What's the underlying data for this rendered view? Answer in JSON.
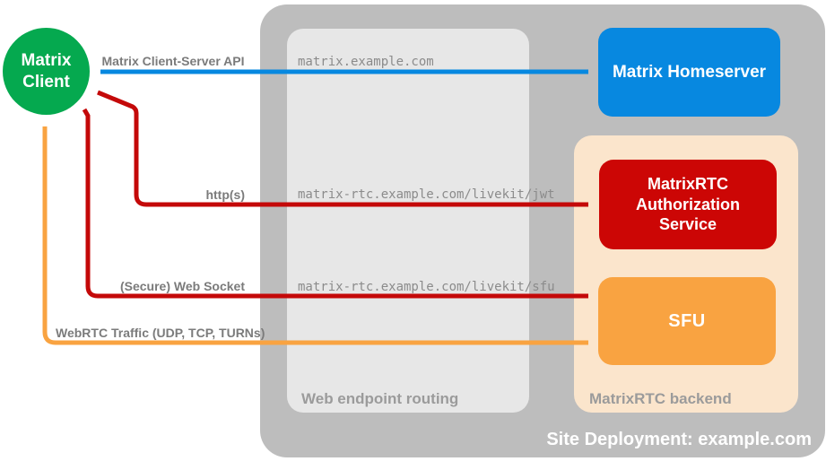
{
  "title": "MatrixRTC site deployment diagram",
  "colors": {
    "client_green": "#05a94f",
    "homeserver_blue": "#0788e0",
    "auth_red": "#cc0605",
    "sfu_orange": "#f9a341",
    "backend_peach": "#fbe5cc",
    "site_gray": "#bdbdbd",
    "routing_gray": "#e7e7e7",
    "label_gray": "#9b9b9b",
    "arrow_label_gray": "#7b7b7b",
    "endpoint_text_gray": "#8b8b8b"
  },
  "client": {
    "lines": [
      "Matrix",
      "Client"
    ]
  },
  "site": {
    "label": "Site Deployment: example.com"
  },
  "routing": {
    "label": "Web endpoint routing",
    "endpoints": [
      "matrix.example.com",
      "matrix-rtc.example.com/livekit/jwt",
      "matrix-rtc.example.com/livekit/sfu"
    ]
  },
  "backend": {
    "label": "MatrixRTC backend"
  },
  "nodes": {
    "homeserver": {
      "label": "Matrix Homeserver"
    },
    "auth_service": {
      "lines": [
        "MatrixRTC",
        "Authorization",
        "Service"
      ]
    },
    "sfu": {
      "label": "SFU"
    }
  },
  "arrows": [
    {
      "name": "matrix-client-server-api",
      "label": "Matrix Client-Server API",
      "color": "#0788e0",
      "from": "Matrix Client",
      "to": "Matrix Homeserver",
      "bidirectional": true
    },
    {
      "name": "https",
      "label": "http(s)",
      "color": "#c40909",
      "from": "Matrix Client",
      "to": "MatrixRTC Authorization Service",
      "bidirectional": true
    },
    {
      "name": "secure-web-socket",
      "label": "(Secure) Web Socket",
      "color": "#c40909",
      "from": "Matrix Client",
      "to": "SFU",
      "bidirectional": true
    },
    {
      "name": "webrtc-traffic",
      "label": "WebRTC Traffic (UDP, TCP, TURNs)",
      "color": "#f9a341",
      "from": "Matrix Client",
      "to": "SFU",
      "bidirectional": true
    }
  ]
}
